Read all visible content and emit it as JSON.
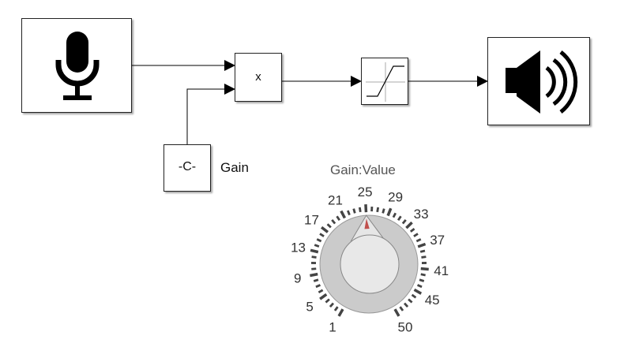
{
  "blocks": {
    "microphone": {
      "icon": "microphone-icon"
    },
    "product": {
      "label": "x"
    },
    "saturation": {
      "icon": "saturation-icon"
    },
    "speaker": {
      "icon": "speaker-icon"
    },
    "constant": {
      "label": "-C-",
      "name": "Gain"
    }
  },
  "knob": {
    "title": "Gain:Value",
    "min": 1,
    "max": 50,
    "value": 25,
    "tick_labels": [
      "1",
      "5",
      "9",
      "13",
      "17",
      "21",
      "25",
      "29",
      "33",
      "37",
      "41",
      "45",
      "50"
    ],
    "pointer_color": "#c0504d"
  }
}
